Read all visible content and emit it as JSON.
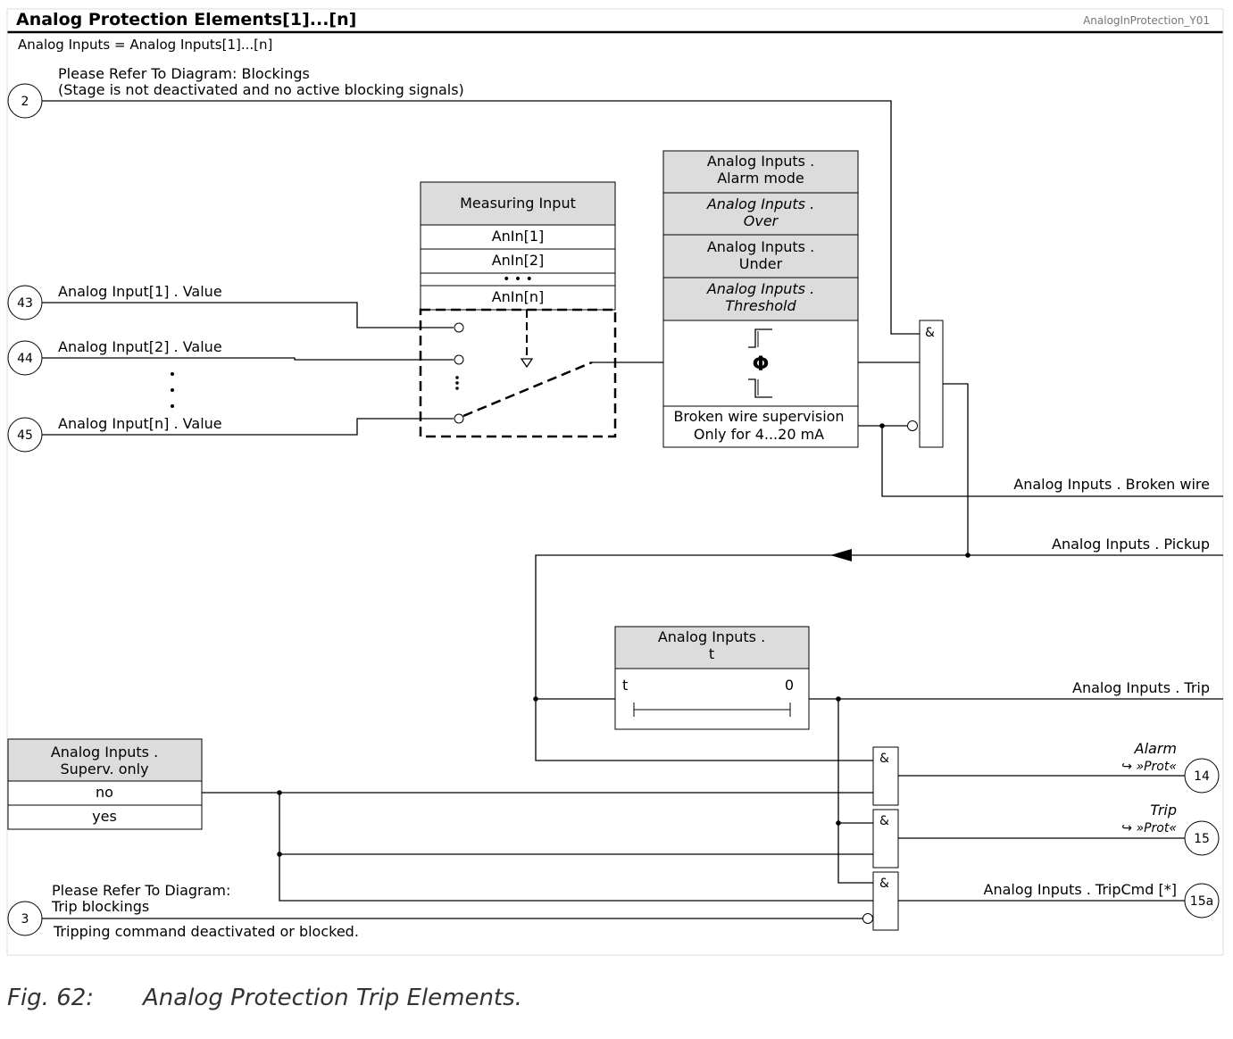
{
  "header": {
    "title": "Analog Protection Elements[1]...[n]",
    "ref": "AnalogInProtection_Y01"
  },
  "subtitle": "Analog Inputs = Analog Inputs[1]...[n]",
  "inputs": {
    "blocking": {
      "number": "2",
      "line1": "Please Refer To Diagram: Blockings",
      "line2": "(Stage is not deactivated and no active blocking signals)"
    },
    "in1": {
      "number": "43",
      "label": "Analog Input[1] . Value"
    },
    "in2": {
      "number": "44",
      "label": "Analog Input[2] . Value"
    },
    "inN": {
      "number": "45",
      "label": "Analog Input[n] . Value"
    },
    "tripblock": {
      "number": "3",
      "line1": "Please Refer To Diagram:",
      "line2": "Trip blockings",
      "line3": "Tripping command deactivated or blocked."
    }
  },
  "measuring": {
    "header": "Measuring Input",
    "rows": [
      "AnIn[1]",
      "AnIn[2]",
      "• • •",
      "AnIn[n]"
    ]
  },
  "alarm_block": {
    "mode_l1": "Analog Inputs .",
    "mode_l2": "Alarm mode",
    "over_l1": "Analog Inputs .",
    "over_l2": "Over",
    "under_l1": "Analog Inputs .",
    "under_l2": "Under",
    "thr_l1": "Analog Inputs .",
    "thr_l2": "Threshold",
    "phi": "Φ",
    "broken_l1": "Broken wire supervision",
    "broken_l2": "Only for 4...20 mA"
  },
  "gate_symbol": "&",
  "outputs": {
    "broken_wire": "Analog Inputs . Broken wire",
    "pickup": "Analog Inputs . Pickup",
    "trip": "Analog Inputs . Trip",
    "alarm": {
      "label": "Alarm",
      "sub": "↪ »Prot«",
      "number": "14"
    },
    "trip2": {
      "label": "Trip",
      "sub": "↪ »Prot«",
      "number": "15"
    },
    "tripcmd": {
      "label": "Analog Inputs . TripCmd [*]",
      "number": "15a"
    }
  },
  "timer": {
    "l1": "Analog Inputs .",
    "l2": "t",
    "t_label": "t",
    "zero_label": "0"
  },
  "superv": {
    "l1": "Analog Inputs .",
    "l2": "Superv. only",
    "rows": [
      "no",
      "yes"
    ]
  },
  "caption": {
    "label": "Fig. 62:",
    "text": "Analog Protection Trip Elements."
  }
}
